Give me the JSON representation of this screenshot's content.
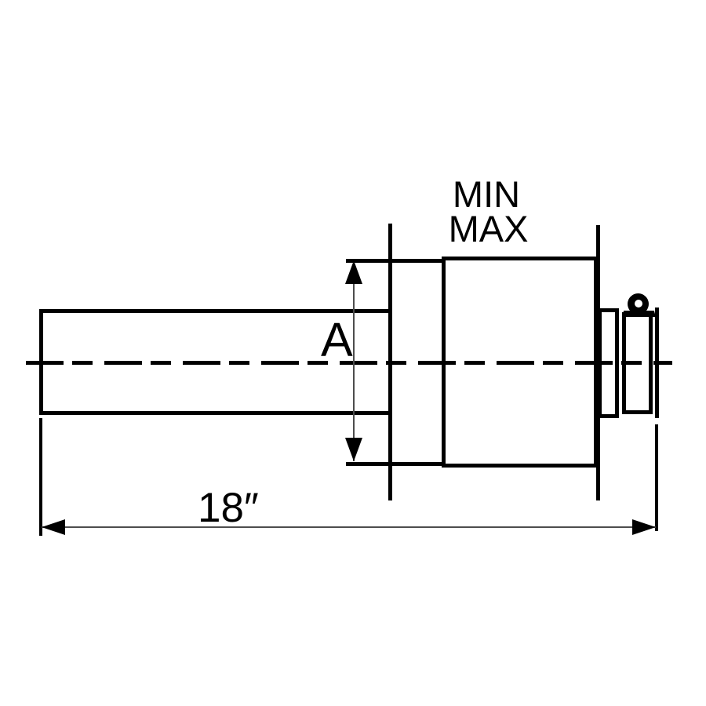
{
  "diagram": {
    "labels": {
      "min": "MIN",
      "max": "MAX",
      "dim_a": "A",
      "dim_length": "18″"
    },
    "colors": {
      "object_line": "#000000",
      "dimension_line": "#4d4d4d",
      "background": "#ffffff"
    }
  }
}
